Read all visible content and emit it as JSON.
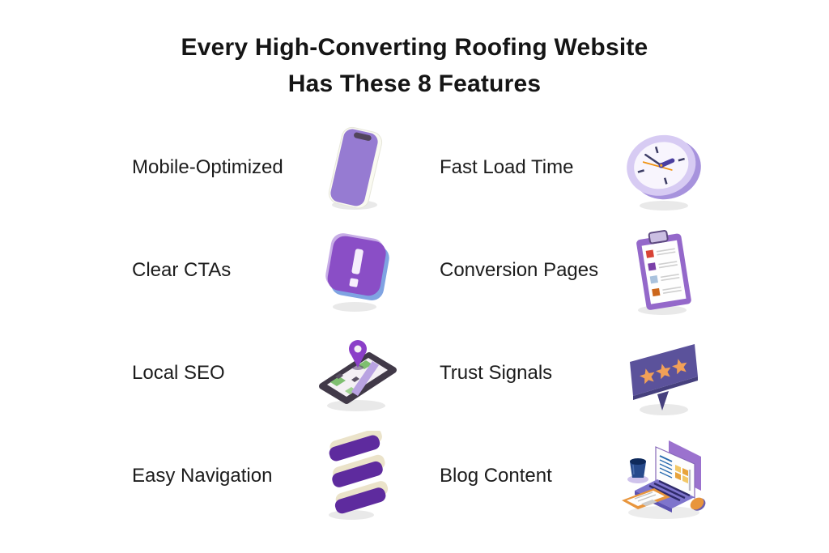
{
  "title": {
    "line1": "Every High-Converting Roofing Website",
    "line2": "Has These 8 Features"
  },
  "features": [
    {
      "label": "Mobile-Optimized",
      "icon": "smartphone-icon"
    },
    {
      "label": "Fast Load Time",
      "icon": "clock-icon"
    },
    {
      "label": "Clear CTAs",
      "icon": "alert-exclamation-icon"
    },
    {
      "label": "Conversion Pages",
      "icon": "clipboard-checklist-icon"
    },
    {
      "label": "Local SEO",
      "icon": "map-pin-phone-icon"
    },
    {
      "label": "Trust Signals",
      "icon": "review-stars-icon"
    },
    {
      "label": "Easy Navigation",
      "icon": "menu-bars-icon"
    },
    {
      "label": "Blog Content",
      "icon": "laptop-blog-icon"
    }
  ],
  "colors": {
    "background": "#ffffff",
    "text": "#1c1c1c",
    "screen_purple": "#967bd2",
    "cta_purple": "#8a4ec6",
    "clock_lavender": "#d7cbf3",
    "bubble_slate": "#5b529b",
    "star_orange": "#f2a057",
    "bar_violet": "#5e2b9e",
    "bar_cream": "#ebe3ca"
  }
}
